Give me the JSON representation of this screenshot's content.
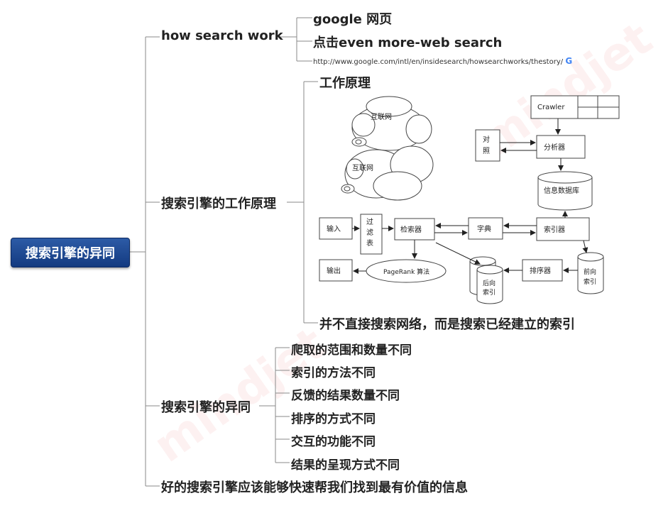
{
  "root": {
    "label": "搜索引擎的异同"
  },
  "branches": {
    "how": {
      "label": "how search work",
      "children": [
        "google 网页",
        "点击even more-web search"
      ],
      "url": "http://www.google.com/intl/en/insidesearch/howsearchworks/thestory/"
    },
    "principle": {
      "label": "搜索引擎的工作原理",
      "top": "工作原理",
      "bottom": "并不直接搜索网络，而是搜索已经建立的索引"
    },
    "diff": {
      "label": "搜索引擎的异同",
      "children": [
        "爬取的范围和数量不同",
        "索引的方法不同",
        "反馈的结果数量不同",
        "排序的方式不同",
        "交互的功能不同",
        "结果的呈现方式不同"
      ]
    },
    "good": {
      "label": "好的搜索引擎应该能够快速帮我们找到最有价值的信息"
    }
  },
  "diagram": {
    "internet": "互联网",
    "crawler": "Crawler",
    "compare": [
      "对",
      "照"
    ],
    "analyzer": "分析器",
    "infodb": "信息数据库",
    "input": "输入",
    "filter": [
      "过",
      "滤",
      "表"
    ],
    "retriever": "检索器",
    "dict": "字典",
    "indexer": "索引器",
    "output": "输出",
    "pagerank": "PageRank 算法",
    "sorter": "排序器",
    "back_index": [
      "后向",
      "索引"
    ],
    "front_index": [
      "前向",
      "索引"
    ]
  },
  "watermark": "mindjet",
  "colors": {
    "root_bg": "#1f4a94",
    "line": "#8a8a8a"
  }
}
